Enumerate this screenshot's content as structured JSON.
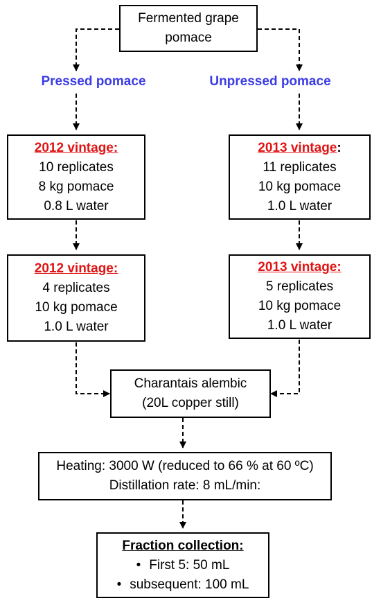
{
  "root": {
    "line1": "Fermented grape",
    "line2": "pomace"
  },
  "branches": {
    "left_label": "Pressed pomace",
    "right_label": "Unpressed pomace"
  },
  "left_box1": {
    "title": "2012 vintage:",
    "lines": [
      "10 replicates",
      "8 kg pomace",
      "0.8 L water"
    ]
  },
  "right_box1": {
    "title": "2013 vintage",
    "title_suffix": ":",
    "lines": [
      "11 replicates",
      "10 kg pomace",
      "1.0 L water"
    ]
  },
  "left_box2": {
    "title": "2012 vintage:",
    "lines": [
      "4 replicates",
      "10 kg pomace",
      "1.0 L water"
    ]
  },
  "right_box2": {
    "title": "2013 vintage:",
    "lines": [
      "5 replicates",
      "10 kg pomace",
      "1.0 L water"
    ]
  },
  "alembic": {
    "line1": "Charantais alembic",
    "line2": "(20L copper still)"
  },
  "heating": {
    "line1": "Heating: 3000 W (reduced to 66 % at 60 ºC)",
    "line2": "Distillation rate: 8 mL/min:"
  },
  "fraction": {
    "title": "Fraction collection:",
    "bullets": [
      "First 5: 50 mL",
      "subsequent: 100 mL"
    ]
  },
  "colors": {
    "vintage": "#e01414",
    "branch_label": "#3c3ce6"
  }
}
